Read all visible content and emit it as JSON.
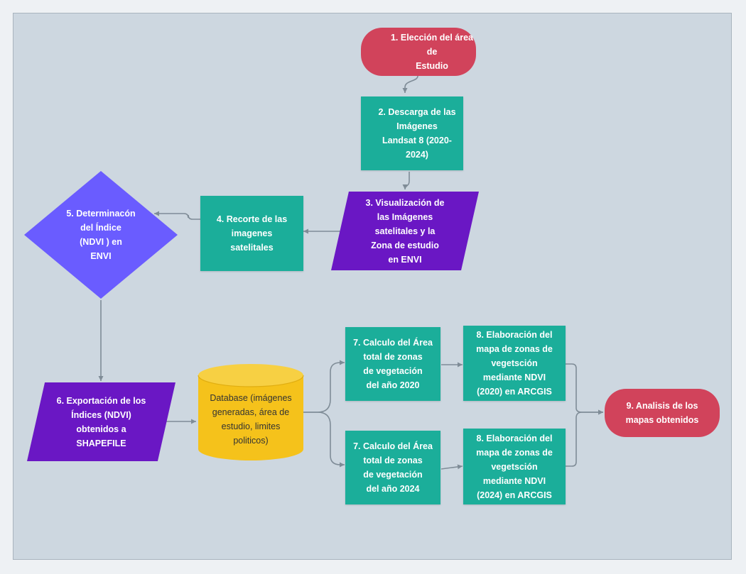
{
  "nodes": {
    "n1": "1. Elección del área de\nEstudio",
    "n2": "2. Descarga de las\nImágenes\nLandsat 8 (2020-\n2024)",
    "n3": "3. Visualización de\nlas Imágenes\nsatelitales y la\nZona de estudio\nen ENVI",
    "n4": "4. Recorte de las\nimagenes\nsatelitales",
    "n5": "5. Determinacón\ndel Índice\n(NDVI ) en\nENVI",
    "n6": "6. Exportación de los\nÍndices (NDVI)\nobtenidos a\nSHAPEFILE",
    "db": "Database (imágenes\ngeneradas, área de\nestudio, limites\npoliticos)",
    "n7a": "7. Calculo del Área\ntotal de zonas\nde vegetación\ndel año 2020",
    "n7b": "7. Calculo del Área\ntotal de zonas\nde vegetación\ndel año 2024",
    "n8a": "8. Elaboración del\nmapa de zonas de\nvegetsción\nmediante NDVI\n(2020) en ARCGIS",
    "n8b": "8. Elaboración del\nmapa de zonas de\nvegetsción\nmediante NDVI\n(2024) en ARCGIS",
    "n9": "9. Analisis de los\nmapas obtenidos"
  },
  "colors": {
    "terminal": "#d1435b",
    "process": "#1bae9a",
    "data_io": "#6a17c4",
    "decision": "#6a5cff",
    "database": "#f5c21b",
    "connector": "#7f8c97",
    "background": "#cdd7e0"
  }
}
